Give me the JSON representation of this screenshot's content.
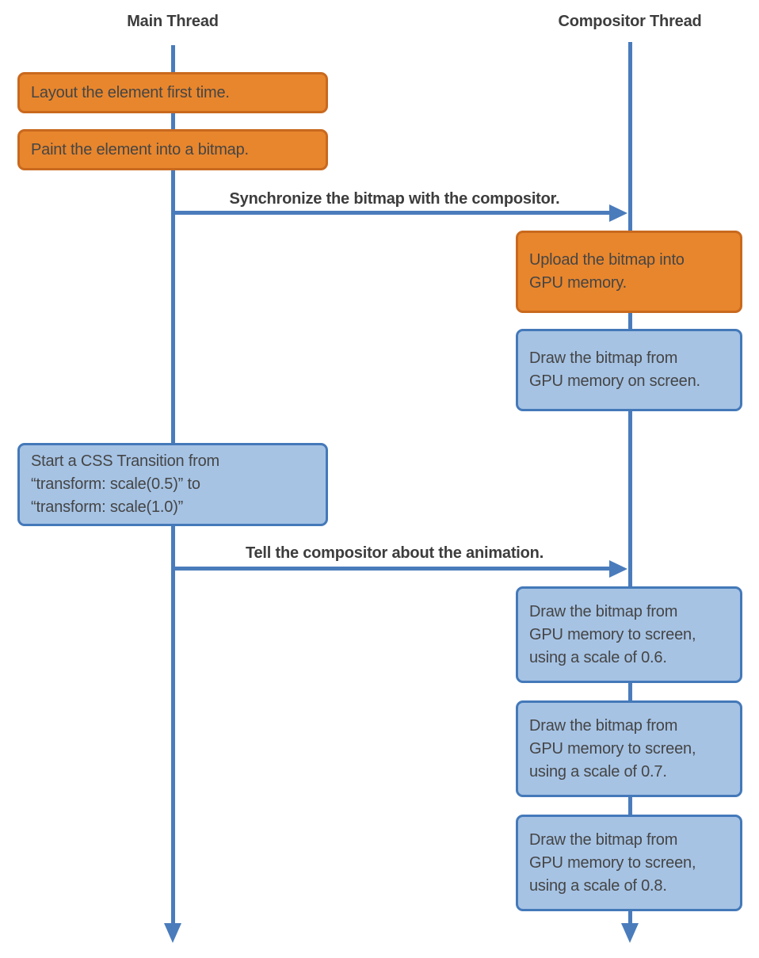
{
  "diagram": {
    "lanes": [
      {
        "id": "main",
        "label": "Main Thread"
      },
      {
        "id": "compositor",
        "label": "Compositor Thread"
      }
    ],
    "nodes": [
      {
        "id": "layout",
        "lane": "main",
        "color": "orange",
        "lines": [
          "Layout the element first time."
        ]
      },
      {
        "id": "paint",
        "lane": "main",
        "color": "orange",
        "lines": [
          "Paint the element into a bitmap."
        ]
      },
      {
        "id": "upload",
        "lane": "compositor",
        "color": "orange",
        "lines": [
          "Upload the bitmap into",
          "GPU memory."
        ]
      },
      {
        "id": "draw-screen",
        "lane": "compositor",
        "color": "blue",
        "lines": [
          "Draw the bitmap from",
          "GPU memory on screen."
        ]
      },
      {
        "id": "css-transition",
        "lane": "main",
        "color": "blue",
        "lines": [
          "Start a CSS Transition from",
          "“transform: scale(0.5)” to",
          "“transform: scale(1.0)”"
        ]
      },
      {
        "id": "draw-scale-06",
        "lane": "compositor",
        "color": "blue",
        "lines": [
          "Draw the bitmap from",
          "GPU memory to screen,",
          "using a scale of 0.6."
        ]
      },
      {
        "id": "draw-scale-07",
        "lane": "compositor",
        "color": "blue",
        "lines": [
          "Draw the bitmap from",
          "GPU memory to screen,",
          "using a scale of 0.7."
        ]
      },
      {
        "id": "draw-scale-08",
        "lane": "compositor",
        "color": "blue",
        "lines": [
          "Draw the bitmap from",
          "GPU memory to screen,",
          "using a scale of 0.8."
        ]
      }
    ],
    "messages": [
      {
        "id": "sync",
        "from": "main",
        "to": "compositor",
        "label": "Synchronize the bitmap with the compositor."
      },
      {
        "id": "animation",
        "from": "main",
        "to": "compositor",
        "label": "Tell the compositor about the animation."
      }
    ],
    "colors": {
      "background": "#FFFFFF",
      "orange_fill": "#E8862D",
      "orange_border": "#C9691E",
      "blue_fill": "#A6C3E4",
      "blue_border": "#4479B9",
      "line_blue": "#4A7CBC",
      "box_text": "#454545",
      "label_text": "#3D3D3D"
    }
  }
}
